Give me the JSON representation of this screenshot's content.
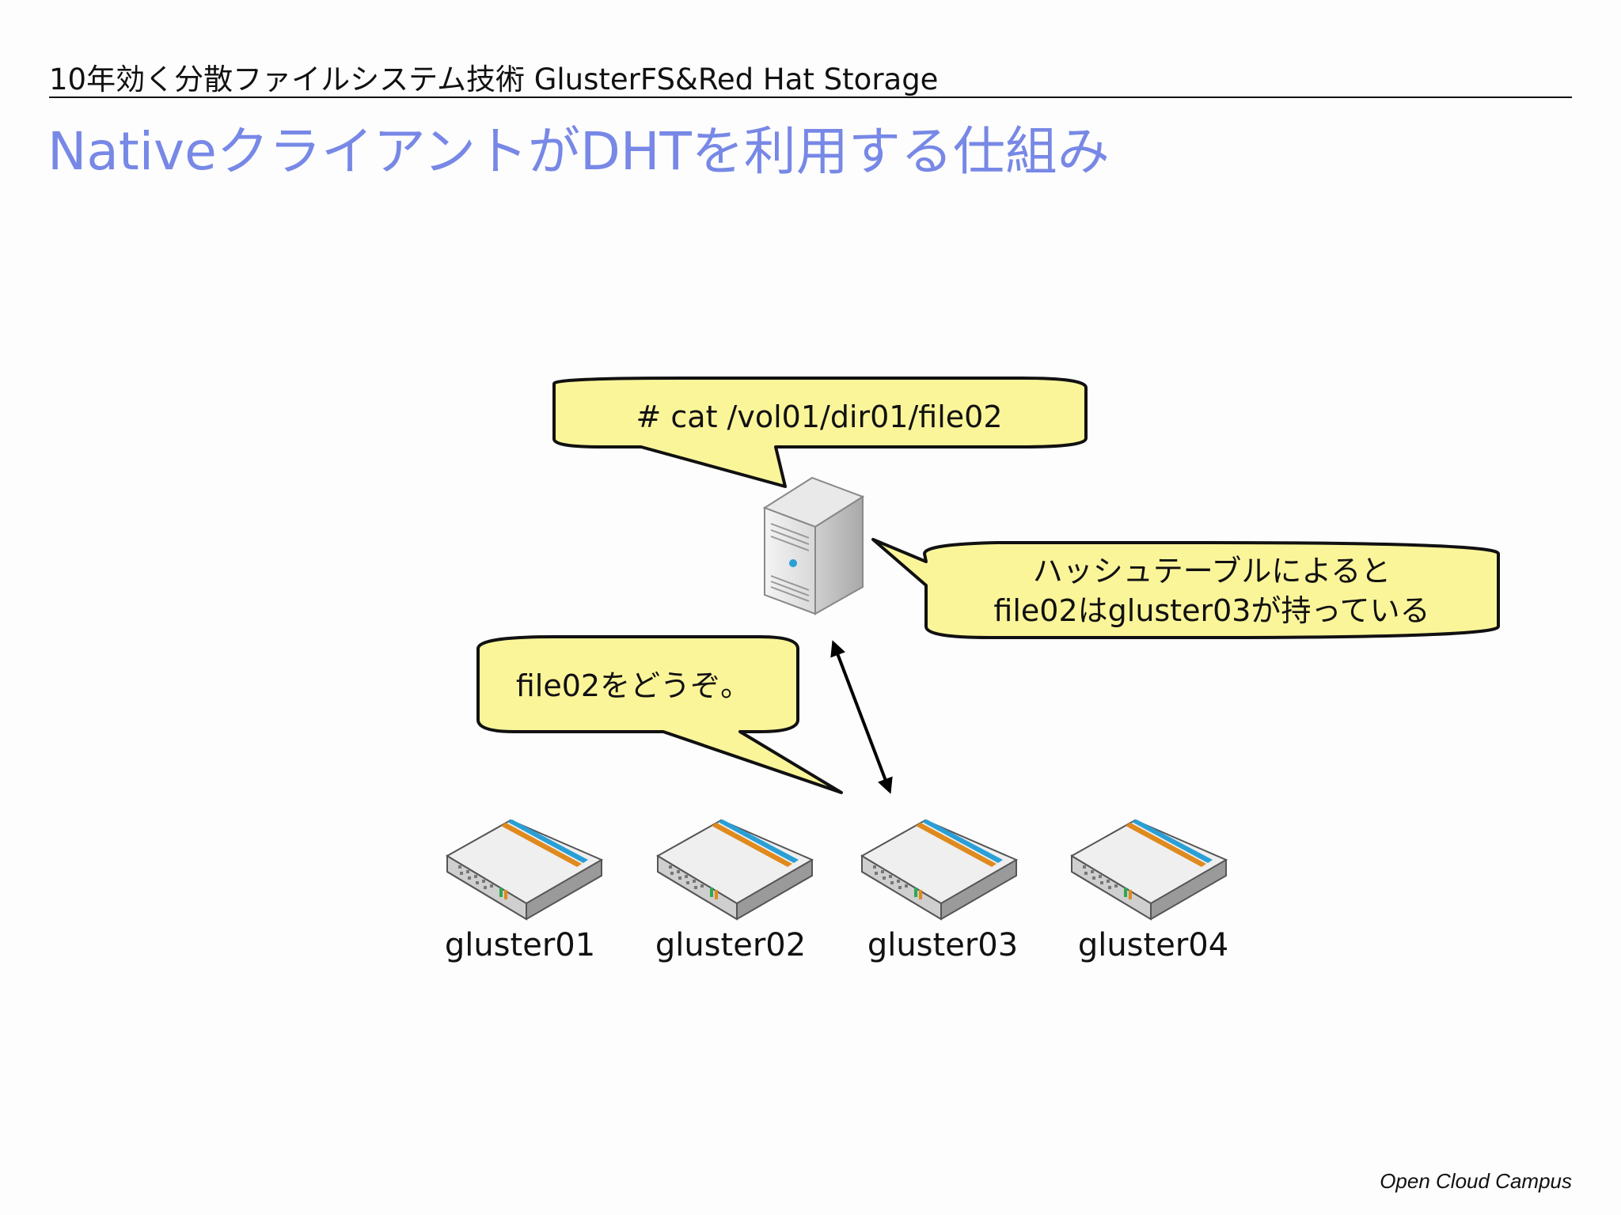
{
  "header": {
    "text": "10年効く分散ファイルシステム技術 GlusterFS&Red Hat Storage"
  },
  "title": "NativeクライアントがDHTを利用する仕組み",
  "bubbles": {
    "command": "# cat /vol01/dir01/file02",
    "hash_line1": "ハッシュテーブルによると",
    "hash_line2": "file02はgluster03が持っている",
    "reply": "file02をどうぞ。"
  },
  "client": {
    "icon": "tower-server-icon"
  },
  "nodes": [
    {
      "label": "gluster01",
      "icon": "storage-node-icon"
    },
    {
      "label": "gluster02",
      "icon": "storage-node-icon"
    },
    {
      "label": "gluster03",
      "icon": "storage-node-icon"
    },
    {
      "label": "gluster04",
      "icon": "storage-node-icon"
    }
  ],
  "footer": "Open Cloud Campus",
  "colors": {
    "title": "#7788e6",
    "bubble_fill": "#fbf59a",
    "stripe_blue": "#2a9fd6",
    "stripe_orange": "#e08a1e"
  }
}
